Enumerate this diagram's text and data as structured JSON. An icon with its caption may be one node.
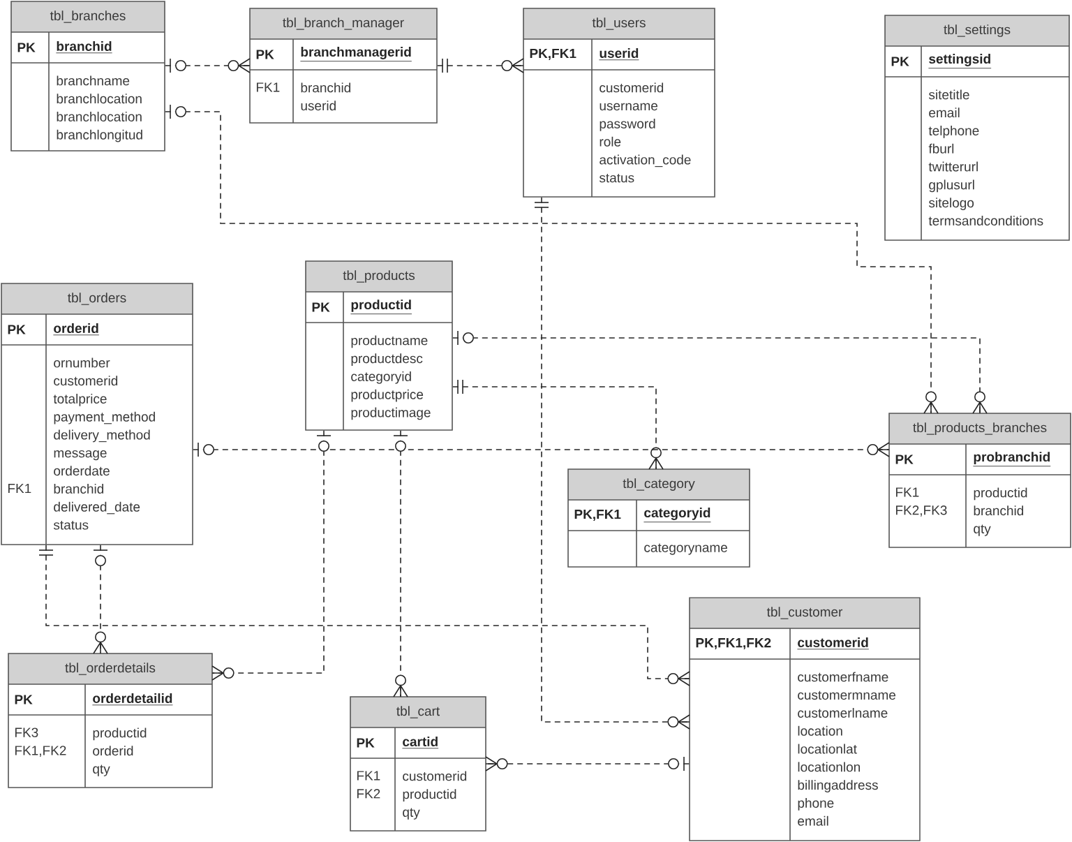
{
  "diagram": {
    "nodes": [
      {
        "text": [
          "tbl_branches",
          "PK",
          "branchid",
          "branchname branchlocation branchlocation branchlongitud"
        ]
      },
      {
        "text": [
          "tbl_branch_manager",
          "PK",
          "branchmanagerid",
          "FK1",
          "branchid userid"
        ]
      },
      {
        "text": [
          "tbl_users",
          "PK,FK1",
          "userid",
          "customerid username password role activation_code status"
        ]
      },
      {
        "text": [
          "tbl_settings",
          "PK",
          "settingsid",
          "sitetitle email telphone fburl twitterurl gplusurl sitelogo termsandconditions"
        ]
      },
      {
        "text": [
          "tbl_orders",
          "PK",
          "orderid",
          "FK1",
          "ornumber customerid totalprice payment_method delivery_method message orderdate branchid delivered_date status"
        ]
      },
      {
        "text": [
          "tbl_products",
          "PK",
          "productid",
          "productname productdesc categoryid productprice productimage"
        ]
      },
      {
        "text": [
          "tbl_category",
          "PK,FK1",
          "categoryid",
          "categoryname"
        ]
      },
      {
        "text": [
          "tbl_products_branches",
          "PK",
          "probranchid",
          "FK1 FK2,FK3",
          "productid branchid qty"
        ]
      },
      {
        "text": [
          "tbl_orderdetails",
          "PK",
          "orderdetailid",
          "FK3 FK1,FK2",
          "productid orderid qty"
        ]
      },
      {
        "text": [
          "tbl_cart",
          "PK",
          "cartid",
          "FK1 FK2",
          "customerid productid qty"
        ]
      },
      {
        "text": [
          "tbl_customer",
          "PK,FK1,FK2",
          "customerid",
          "customerfname customermname customerlname location locationlat locationlon billingaddress phone email"
        ]
      }
    ],
    "edges": [
      {
        "from": 0,
        "to": 1,
        "arrow": "other"
      },
      {
        "from": 1,
        "to": 2,
        "arrow": "other"
      },
      {
        "from": 0,
        "to": 7,
        "arrow": "other"
      },
      {
        "from": 2,
        "to": 10,
        "arrow": "other"
      },
      {
        "from": 5,
        "to": 7,
        "arrow": "other"
      },
      {
        "from": 5,
        "to": 6,
        "arrow": "other"
      },
      {
        "from": 4,
        "to": 7,
        "arrow": "other"
      },
      {
        "from": 4,
        "to": 8,
        "arrow": "other"
      },
      {
        "from": 4,
        "to": 10,
        "arrow": "other"
      },
      {
        "from": 5,
        "to": 8,
        "arrow": "other"
      },
      {
        "from": 5,
        "to": 9,
        "arrow": "other"
      },
      {
        "from": 10,
        "to": 9,
        "arrow": "other"
      }
    ]
  }
}
